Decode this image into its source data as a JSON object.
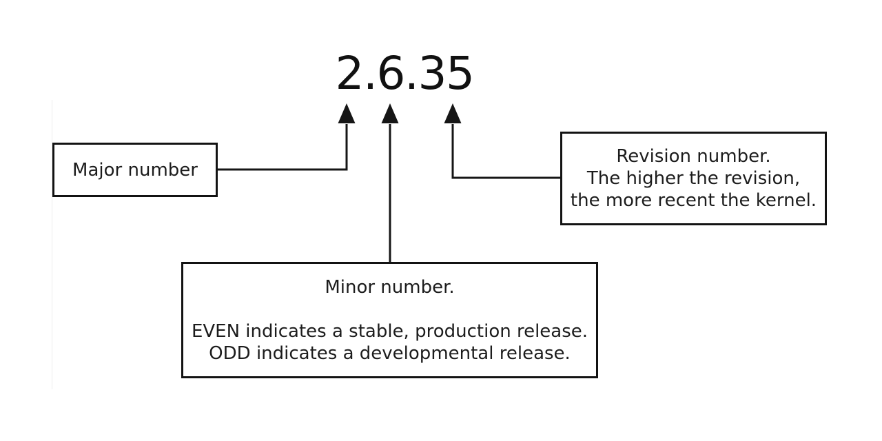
{
  "diagram": {
    "title": "2.6.35",
    "major": {
      "label": "Major number"
    },
    "minor": {
      "text": "Minor number.\n\nEVEN indicates a stable, production release.\nODD indicates a developmental release."
    },
    "revision": {
      "text": "Revision number.\nThe higher the revision,\nthe more recent the kernel."
    },
    "icons": {
      "major_arrow": "up-arrow",
      "minor_arrow": "up-arrow",
      "revision_arrow": "up-arrow"
    },
    "colors": {
      "line": "#161616",
      "border": "#131313",
      "text": "#1c1c1c",
      "background": "#ffffff"
    }
  }
}
